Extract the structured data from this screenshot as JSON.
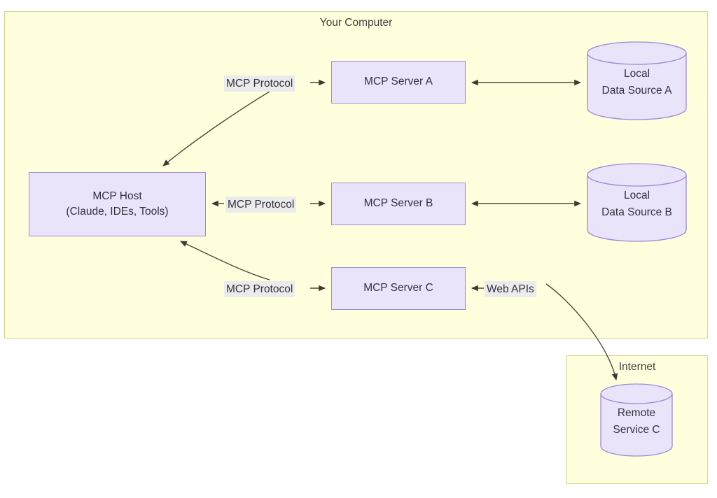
{
  "diagram": {
    "type": "architecture-flowchart",
    "title_visible": false,
    "colors": {
      "frame_fill": "#ffffdd",
      "frame_border": "#d5d58c",
      "node_fill": "#e9e4fa",
      "node_border": "#9d8ad6",
      "edge_stroke": "#4a4a3c",
      "label_bg": "#ebebeb",
      "text": "#333340",
      "page_bg": "#ffffff"
    }
  },
  "frames": {
    "your_computer": {
      "title": "Your Computer"
    },
    "internet": {
      "title": "Internet"
    }
  },
  "nodes": {
    "mcp_host": {
      "line1": "MCP Host",
      "line2": "(Claude, IDEs, Tools)"
    },
    "server_a": {
      "label": "MCP Server A"
    },
    "server_b": {
      "label": "MCP Server B"
    },
    "server_c": {
      "label": "MCP Server C"
    },
    "data_source_a": {
      "line1": "Local",
      "line2": "Data Source A"
    },
    "data_source_b": {
      "line1": "Local",
      "line2": "Data Source B"
    },
    "remote_service_c": {
      "line1": "Remote",
      "line2": "Service C"
    }
  },
  "edges": [
    {
      "id": "host-server-a",
      "label": "MCP Protocol",
      "from": "mcp_host",
      "to": "server_a",
      "direction": "bidirectional-curved"
    },
    {
      "id": "server-a-ds-a",
      "label": "",
      "from": "server_a",
      "to": "data_source_a",
      "direction": "bidirectional"
    },
    {
      "id": "host-server-b",
      "label": "MCP Protocol",
      "from": "mcp_host",
      "to": "server_b",
      "direction": "bidirectional"
    },
    {
      "id": "server-b-ds-b",
      "label": "",
      "from": "server_b",
      "to": "data_source_b",
      "direction": "bidirectional"
    },
    {
      "id": "host-server-c",
      "label": "MCP Protocol",
      "from": "mcp_host",
      "to": "server_c",
      "direction": "bidirectional-curved"
    },
    {
      "id": "server-c-remote",
      "label": "Web APIs",
      "from": "server_c",
      "to": "remote_service_c",
      "direction": "bidirectional-curved"
    }
  ],
  "edge_labels": {
    "protocol_a": "MCP Protocol",
    "protocol_b": "MCP Protocol",
    "protocol_c": "MCP Protocol",
    "web_apis": "Web APIs"
  }
}
